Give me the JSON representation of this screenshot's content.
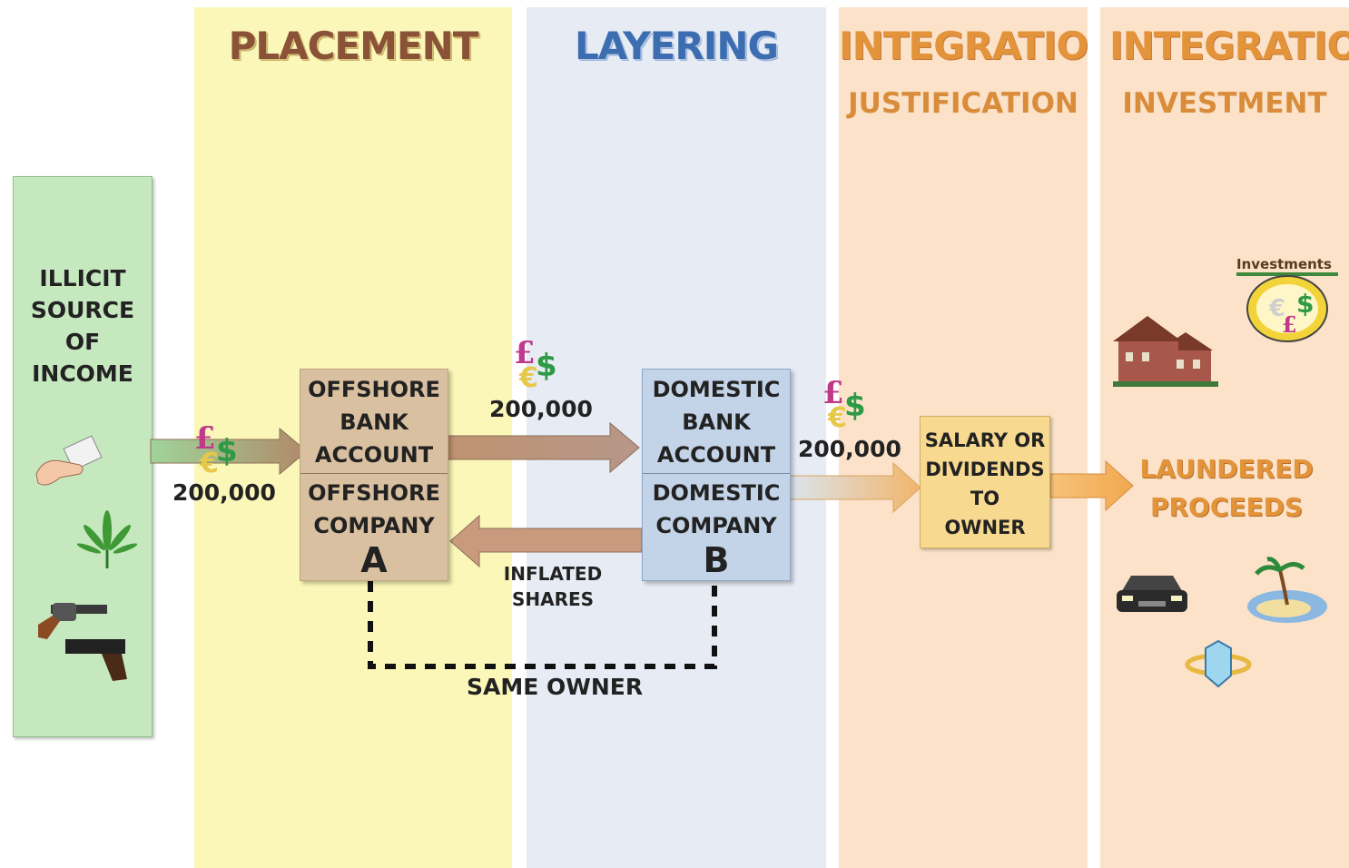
{
  "columns": {
    "placement": {
      "title": "PLACEMENT"
    },
    "layering": {
      "title": "LAYERING"
    },
    "integration_justification": {
      "title": "INTEGRATION",
      "subtitle": "JUSTIFICATION"
    },
    "integration_investment": {
      "title": "INTEGRATION",
      "subtitle": "INVESTMENT"
    }
  },
  "source": {
    "title": "ILLICIT\nSOURCE\nOF\nINCOME"
  },
  "offshore": {
    "bank_line1": "OFFSHORE",
    "bank_line2": "BANK",
    "bank_line3": "ACCOUNT",
    "company_line1": "OFFSHORE",
    "company_line2": "COMPANY",
    "letter": "A"
  },
  "domestic": {
    "bank_line1": "DOMESTIC",
    "bank_line2": "BANK",
    "bank_line3": "ACCOUNT",
    "company_line1": "DOMESTIC",
    "company_line2": "COMPANY",
    "letter": "B"
  },
  "amounts": {
    "placement": "200,000",
    "layering": "200,000",
    "integration": "200,000"
  },
  "inflated_shares": {
    "line1": "INFLATED",
    "line2": "SHARES"
  },
  "same_owner": "SAME OWNER",
  "salary": {
    "line1": "SALARY OR",
    "line2": "DIVIDENDS",
    "line3": "TO",
    "line4": "OWNER"
  },
  "laundered": {
    "line1": "LAUNDERED",
    "line2": "PROCEEDS"
  },
  "investments_sign": "Investments",
  "icons": [
    "money-icon",
    "cannabis-leaf-icon",
    "revolver-icon",
    "pistol-icon",
    "bank-building-icon",
    "house-icon",
    "money-pot-icon",
    "car-icon",
    "island-icon",
    "diamond-ring-icon"
  ],
  "colors": {
    "placement": "#fbf7b9",
    "layering": "#e6ebf4",
    "integration": "#fbe2c9",
    "source": "#c6e8bf",
    "offshore_box": "#d9c0a0",
    "domestic_box": "#c4d4e8",
    "salary_box": "#f7d98f"
  }
}
